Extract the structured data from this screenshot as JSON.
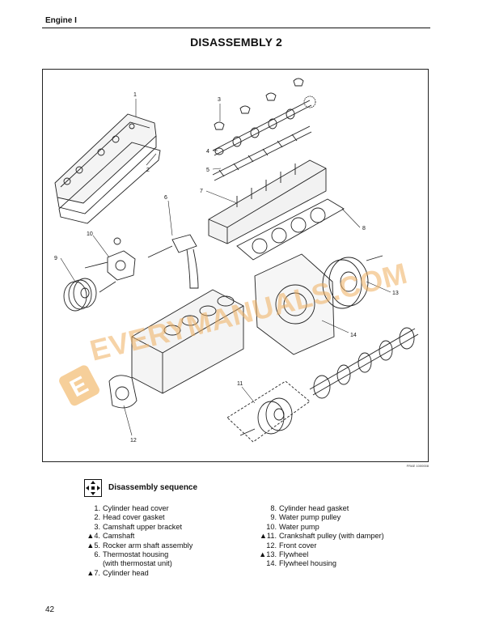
{
  "header": {
    "section": "Engine I"
  },
  "page": {
    "title": "DISASSEMBLY 2",
    "number": "42"
  },
  "figure": {
    "code": "FRAE 1000008",
    "watermark": "EVERYMANUALS.COM",
    "callouts": [
      "1",
      "2",
      "3",
      "4",
      "5",
      "6",
      "7",
      "8",
      "9",
      "10",
      "11",
      "12",
      "13",
      "14"
    ]
  },
  "sequence": {
    "title": "Disassembly sequence",
    "icon": "disassembly-arrows-icon",
    "left": [
      {
        "num": "1.",
        "text": "Cylinder head cover"
      },
      {
        "num": "2.",
        "text": "Head cover gasket"
      },
      {
        "num": "3.",
        "text": "Camshaft upper bracket"
      },
      {
        "num": "▲4.",
        "text": "Camshaft"
      },
      {
        "num": "▲5.",
        "text": "Rocker arm shaft assembly"
      },
      {
        "num": "6.",
        "text": "Thermostat housing"
      },
      {
        "num": "",
        "text": "(with thermostat unit)"
      },
      {
        "num": "▲7.",
        "text": "Cylinder head"
      }
    ],
    "right": [
      {
        "num": "8.",
        "text": "Cylinder head gasket"
      },
      {
        "num": "9.",
        "text": "Water pump pulley"
      },
      {
        "num": "10.",
        "text": "Water pump"
      },
      {
        "num": "▲11.",
        "text": "Crankshaft pulley (with damper)"
      },
      {
        "num": "12.",
        "text": "Front cover"
      },
      {
        "num": "▲13.",
        "text": "Flywheel"
      },
      {
        "num": "14.",
        "text": "Flywheel housing"
      }
    ]
  }
}
